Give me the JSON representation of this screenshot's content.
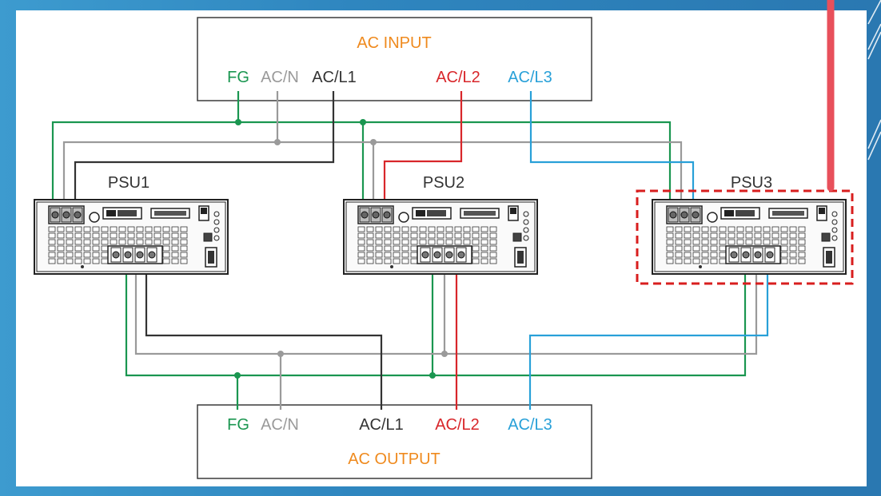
{
  "diagram": {
    "input_box": {
      "title": "AC INPUT",
      "terminals": {
        "fg": "FG",
        "acn": "AC/N",
        "acl1": "AC/L1",
        "acl2": "AC/L2",
        "acl3": "AC/L3"
      }
    },
    "output_box": {
      "title": "AC OUTPUT",
      "terminals": {
        "fg": "FG",
        "acn": "AC/N",
        "acl1": "AC/L1",
        "acl2": "AC/L2",
        "acl3": "AC/L3"
      }
    },
    "units": [
      {
        "label": "PSU1"
      },
      {
        "label": "PSU2"
      },
      {
        "label": "PSU3",
        "highlighted": true
      }
    ],
    "colors": {
      "fg": "#1a9650",
      "acn": "#9a9a9a",
      "acl1": "#333333",
      "acl2": "#d8262a",
      "acl3": "#28a0d8",
      "title": "#ef8a1e",
      "highlight": "#d81e1e",
      "pointer": "#e8505b",
      "background": "#2b78b0"
    }
  }
}
